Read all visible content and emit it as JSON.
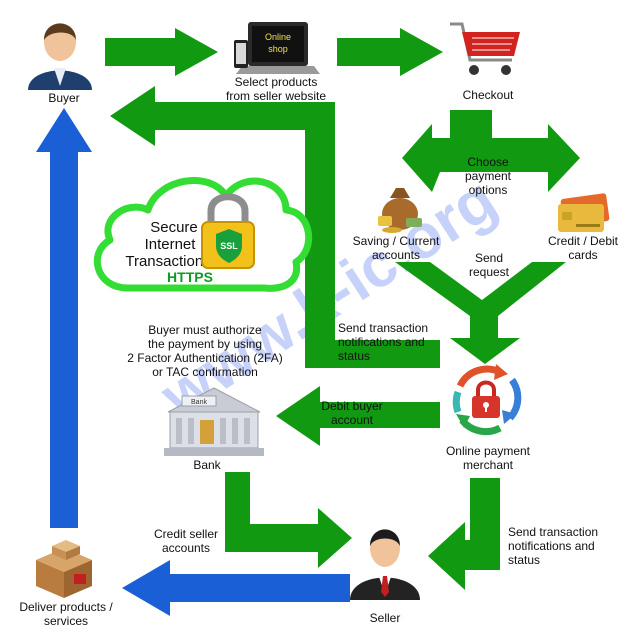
{
  "colors": {
    "flow_green": "#119a11",
    "flow_blue": "#1a5fd6",
    "cloud_outline": "#33dd33",
    "https_text": "#0e9b22",
    "watermark": "#6f8cf2"
  },
  "watermark": "www.k-ic.org",
  "nodes": {
    "buyer": {
      "label": "Buyer",
      "icon": "buyer-person-icon"
    },
    "select_products": {
      "label_lines": [
        "Select products",
        "from seller website"
      ],
      "screen_lines": [
        "Online",
        "shop"
      ],
      "icon": "laptop-phone-icon"
    },
    "checkout": {
      "label": "Checkout",
      "icon": "shopping-cart-icon"
    },
    "choose_payment": {
      "label_lines": [
        "Choose",
        "payment",
        "options"
      ]
    },
    "saving": {
      "label_lines": [
        "Saving / Current",
        "accounts"
      ],
      "icon": "money-bag-icon"
    },
    "credit": {
      "label_lines": [
        "Credit / Debit",
        "cards"
      ],
      "icon": "credit-card-icon"
    },
    "send_request": {
      "label_lines": [
        "Send",
        "request"
      ]
    },
    "merchant": {
      "label_lines": [
        "Online payment",
        "merchant"
      ],
      "icon": "secure-cycle-icon"
    },
    "bank": {
      "label": "Bank",
      "sign": "Bank",
      "icon": "bank-building-icon"
    },
    "seller": {
      "label": "Seller",
      "icon": "seller-person-icon"
    },
    "deliver": {
      "label_lines": [
        "Deliver products /",
        "services"
      ],
      "icon": "package-box-icon"
    }
  },
  "secure_cloud": {
    "lines": [
      "Secure",
      "Internet",
      "Transactions"
    ],
    "protocol": "HTTPS",
    "lock_label": "SSL"
  },
  "notes": {
    "buyer_authorize": [
      "Buyer must authorize",
      "the payment by using",
      "2 Factor Authentication (2FA)",
      "or TAC confirmation"
    ],
    "send_notifications_top": [
      "Send transaction",
      "notifications and",
      "status"
    ],
    "debit_buyer": [
      "Debit buyer",
      "account"
    ],
    "credit_seller": [
      "Credit seller",
      "accounts"
    ],
    "send_notifications_bottom": [
      "Send transaction",
      "notifications and",
      "status"
    ]
  }
}
